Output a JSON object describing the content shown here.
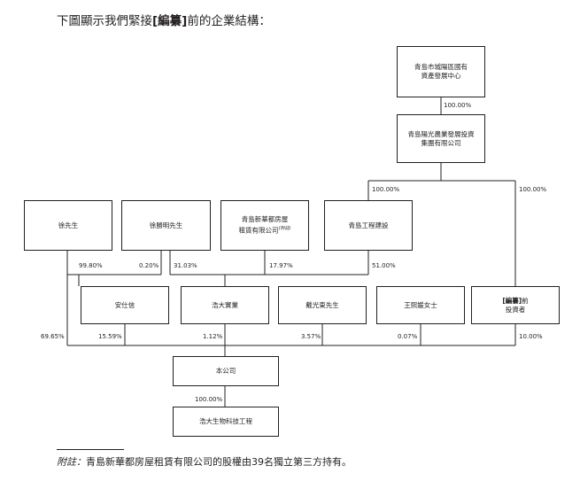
{
  "intro": {
    "prefix": "下圖顯示我們緊接",
    "bracket": "[編纂]",
    "suffix": "前的企業結構："
  },
  "boxes": {
    "yangguang_center": [
      "青島市城陽區國有",
      "資產發展中心"
    ],
    "yangguang_group": [
      "青島陽光農業發展投資",
      "集團有限公司"
    ],
    "xu_xiansheng": "徐先生",
    "xu_shengming": "徐勝明先生",
    "xinhuadu": [
      "青島新華都房屋",
      "租賃有限公司"
    ],
    "xinhuadu_note_mark": "(附註)",
    "qingdao_engineering": "青島工程建設",
    "anshixin": "安仕信",
    "haoda_shiye": "浩大實業",
    "dai_guangdong": "戴光東先生",
    "wang_xiyuan": "王熙媛女士",
    "preipo_bracket": "[編纂]",
    "preipo_suffix": "前",
    "preipo_line2": "投資者",
    "company": "本公司",
    "haoda_bio": "浩大生物科技工程"
  },
  "percentages": {
    "center_to_group": "100.00%",
    "group_to_engineering": "100.00%",
    "group_to_preipo": "100.00%",
    "xu_to_anshixin": "99.80%",
    "shengming_to_anshixin": "0.20%",
    "shengming_to_haoda": "31.03%",
    "xinhuadu_to_haoda": "17.97%",
    "engineering_to_haoda": "51.00%",
    "xu_to_company": "69.65%",
    "anshixin_to_company": "15.59%",
    "haoda_to_company": "1.12%",
    "dai_to_company": "3.57%",
    "wang_to_company": "0.07%",
    "preipo_to_company": "10.00%",
    "company_to_bio": "100.00%"
  },
  "note": {
    "label": "附註：",
    "text": "青島新華都房屋租賃有限公司的股權由39名獨立第三方持有。"
  }
}
